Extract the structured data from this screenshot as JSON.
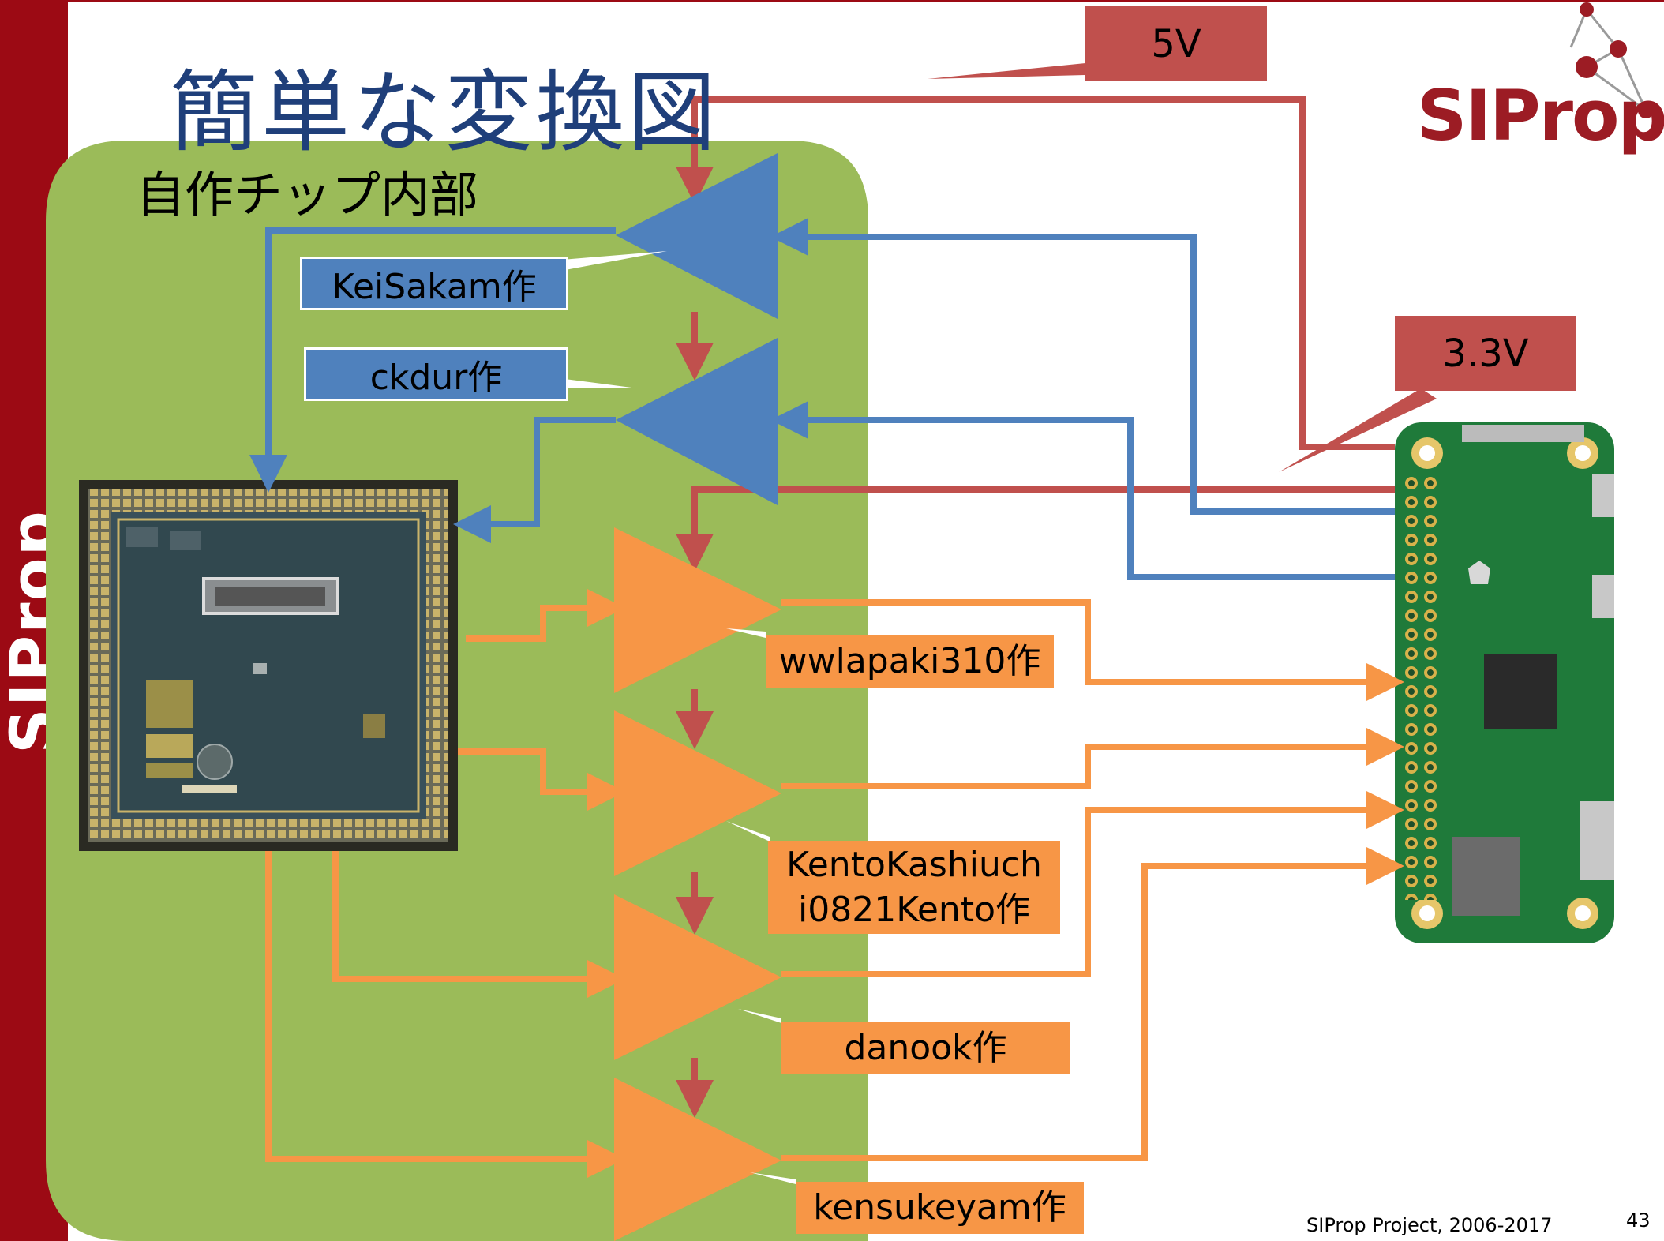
{
  "slide": {
    "title": "簡単な変換図",
    "sidebar_brand": "SIProp",
    "logo_text": "SIProp",
    "footer": "SIProp Project, 2006-2017",
    "page_number": "43"
  },
  "diagram": {
    "chip_area_label": "自作チップ内部",
    "voltages": {
      "v5": "5V",
      "v33": "3.3V"
    },
    "amplifier_authors": [
      "KeiSakam作",
      "ckdur作",
      "wwlapaki310作",
      "KentoKashiuchi0821Kento作",
      "danook作",
      "kensukeyam作"
    ],
    "author_label_lines": {
      "kento_line1": "KentoKashiuch",
      "kento_line2": "i0821Kento作"
    }
  },
  "colors": {
    "brand_red": "#9c0a14",
    "green_area": "#9bbb59",
    "blue": "#4f81bd",
    "orange": "#f79646",
    "red": "#c0504d",
    "title_blue": "#1f3f7a"
  }
}
